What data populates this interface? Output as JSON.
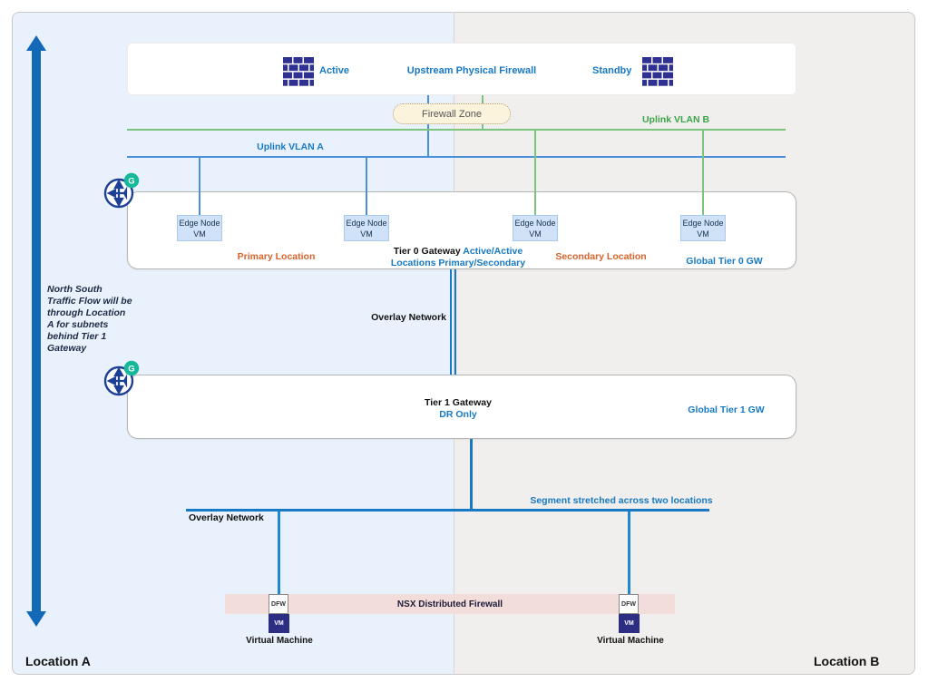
{
  "page": {
    "location_a": "Location A",
    "location_b": "Location B"
  },
  "side_note": "North South\nTraffic Flow will be\nthrough Location\nA for subnets\nbehind Tier 1\nGateway",
  "firewall_panel": {
    "active_label": "Active",
    "title": "Upstream Physical Firewall",
    "standby_label": "Standby"
  },
  "firewall_zone_label": "Firewall Zone",
  "uplinks": {
    "vlan_a": "Uplink VLAN A",
    "vlan_b": "Uplink VLAN B"
  },
  "tier0": {
    "edge_nodes": [
      {
        "name": "Edge Node",
        "sub": "VM"
      },
      {
        "name": "Edge Node",
        "sub": "VM"
      },
      {
        "name": "Edge Node",
        "sub": "VM"
      },
      {
        "name": "Edge Node",
        "sub": "VM"
      }
    ],
    "primary_label": "Primary Location",
    "title": "Tier 0 Gateway",
    "title_mode": "Active/Active",
    "subtitle": "Locations Primary/Secondary",
    "secondary_label": "Secondary Location",
    "global_label": "Global Tier 0 GW"
  },
  "overlay_network_upper": "Overlay Network",
  "tier1": {
    "title": "Tier 1 Gateway",
    "mode": "DR Only",
    "global_label": "Global Tier 1 GW"
  },
  "segment": {
    "stretched_label": "Segment stretched across two locations",
    "overlay_label": "Overlay Network"
  },
  "dfw": {
    "band_label": "NSX Distributed Firewall",
    "box_label": "DFW",
    "vm_label": "VM",
    "machine_label": "Virtual Machine"
  },
  "gateway_badge": "G",
  "colors": {
    "blue_text": "#1779c4",
    "orange_text": "#d9622b",
    "green_text": "#3aa648",
    "firewall_navy": "#2e3192",
    "teal_badge": "#14b89a",
    "pink_band": "#f3ddda",
    "arrow_blue": "#1368b8",
    "location_a_bg": "#e9f1fc",
    "location_b_bg": "#f0efed"
  }
}
